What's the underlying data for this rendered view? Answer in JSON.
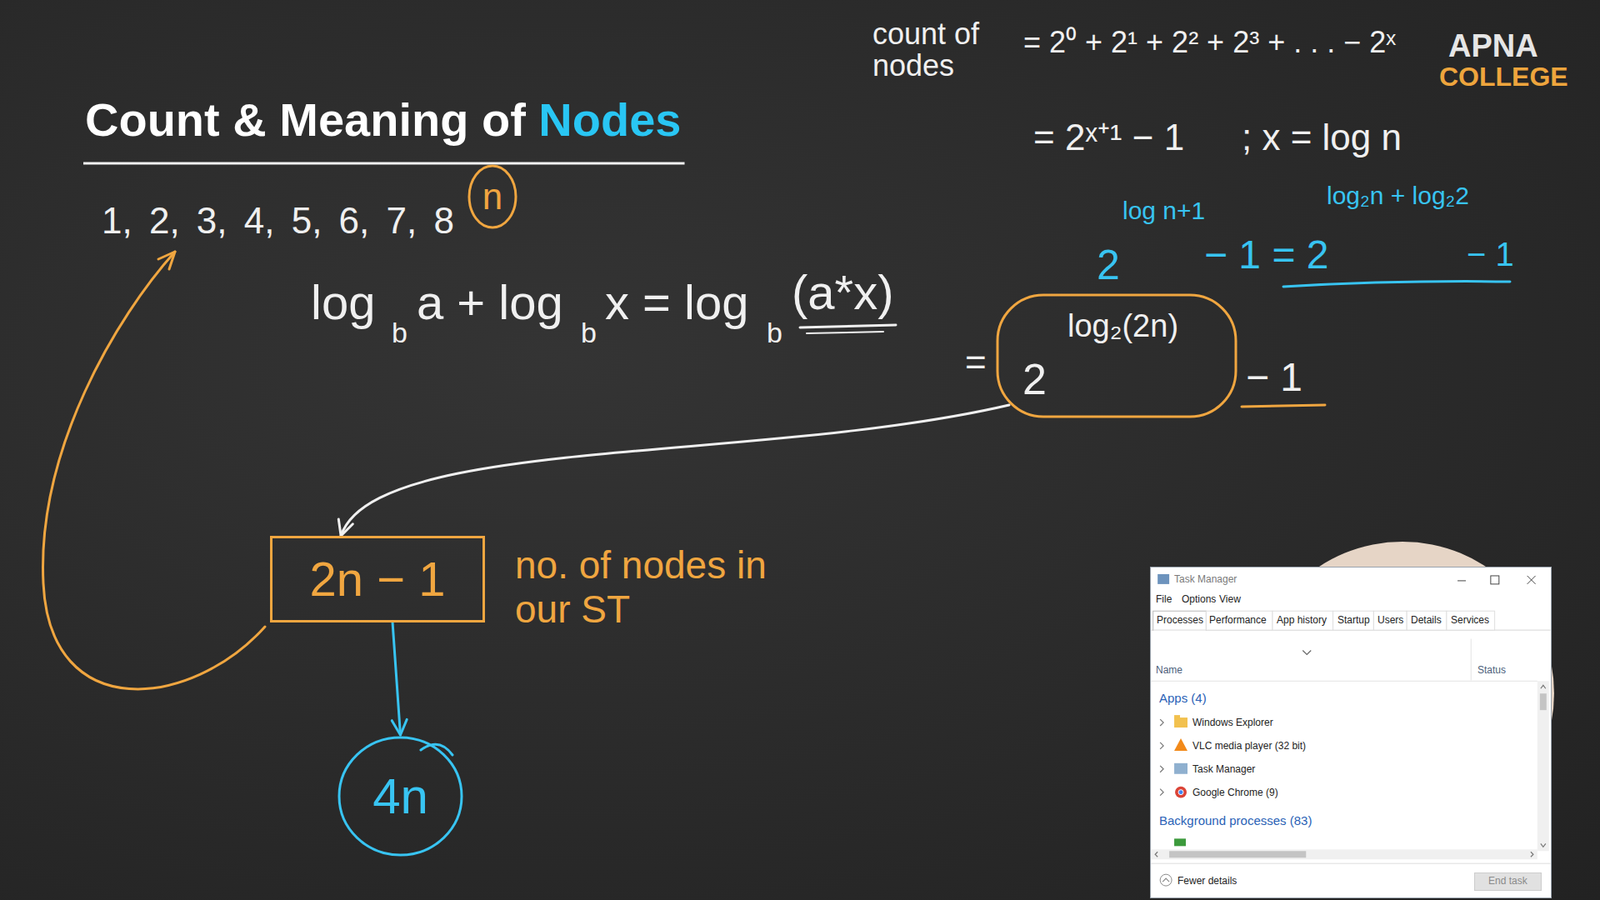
{
  "diagram": {
    "title": "Count & Meaning of Nodes",
    "nodes": [
      {
        "text": [
          "n"
        ]
      },
      {
        "text": [
          "2",
          "log₂(2n)"
        ]
      },
      {
        "text": [
          "2n − 1"
        ]
      },
      {
        "text": [
          "4n"
        ]
      },
      {
        "text": [
          "Task Manager",
          "File",
          "Options",
          "View",
          "Processes",
          "Performance",
          "App history",
          "Startup",
          "Users",
          "Details",
          "Services",
          "Name",
          "Status",
          "Apps (4)",
          "Windows Explorer",
          "VLC media player (32 bit)",
          "Task Manager",
          "Google Chrome (9)",
          "Background processes (83)",
          "Fewer details",
          "End task"
        ]
      }
    ],
    "edges": [
      {
        "from": 1,
        "to": 2,
        "arrow": "to"
      },
      {
        "from": 2,
        "to": 3,
        "arrow": "to"
      }
    ],
    "labels": [
      "count of nodes",
      "= 2⁰ + 2¹ + 2² + 2³ + . . . − 2ˣ",
      "APNA",
      "COLLEGE",
      "= 2ˣ⁺¹ − 1",
      "; x = log n",
      "2",
      "log n+1",
      "− 1 = 2",
      "log₂n + log₂2",
      "− 1",
      "1, 2, 3, 4, 5, 6, 7, 8",
      "log",
      "b",
      "a + log",
      "b",
      "x = log",
      "b",
      "(a*x)",
      "=",
      "− 1",
      "no. of nodes in our ST"
    ]
  }
}
